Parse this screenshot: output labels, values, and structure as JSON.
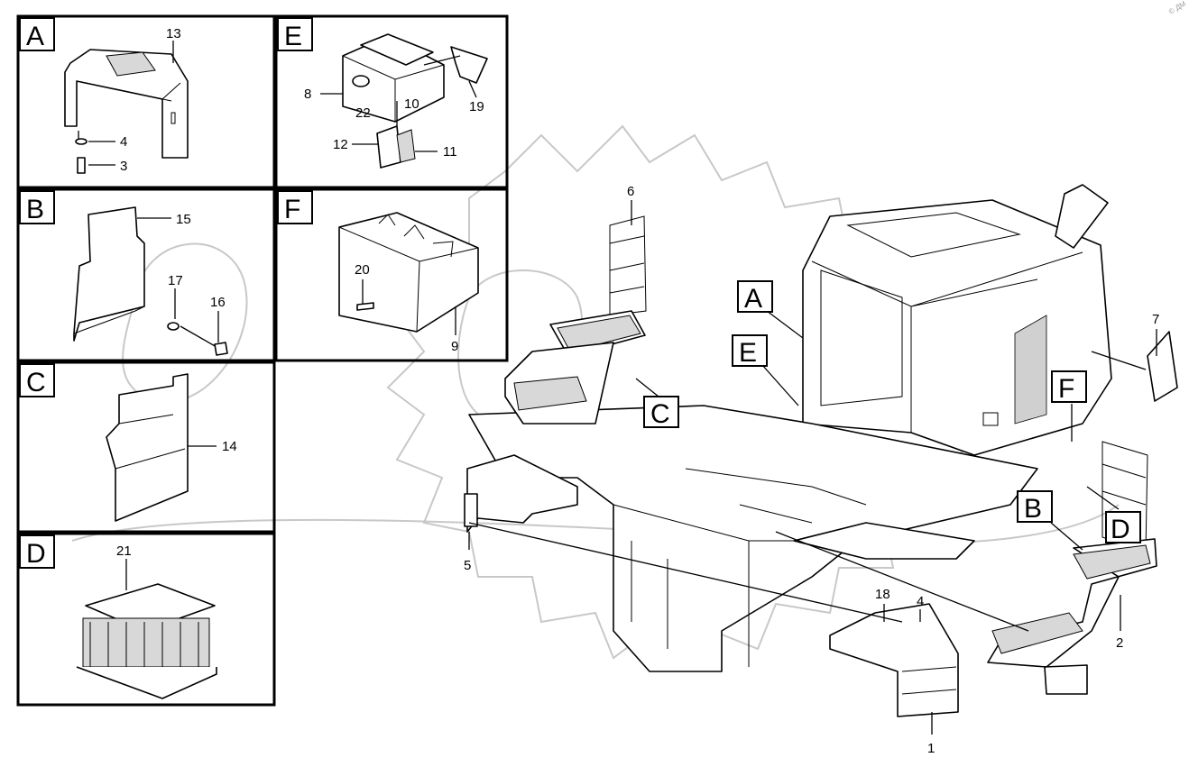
{
  "corner_mark": "© ДМ",
  "panels": [
    {
      "letter": "A",
      "callouts": [
        "13",
        "4",
        "3"
      ]
    },
    {
      "letter": "B",
      "callouts": [
        "15",
        "17",
        "16"
      ]
    },
    {
      "letter": "C",
      "callouts": [
        "14"
      ]
    },
    {
      "letter": "D",
      "callouts": [
        "21"
      ]
    },
    {
      "letter": "E",
      "callouts": [
        "8",
        "22",
        "10",
        "19",
        "12",
        "11"
      ]
    },
    {
      "letter": "F",
      "callouts": [
        "20",
        "9"
      ]
    }
  ],
  "main_view": {
    "tags": [
      "A",
      "E",
      "C",
      "F",
      "B",
      "D"
    ],
    "callouts": [
      "6",
      "7",
      "5",
      "18",
      "4",
      "2",
      "1"
    ]
  }
}
